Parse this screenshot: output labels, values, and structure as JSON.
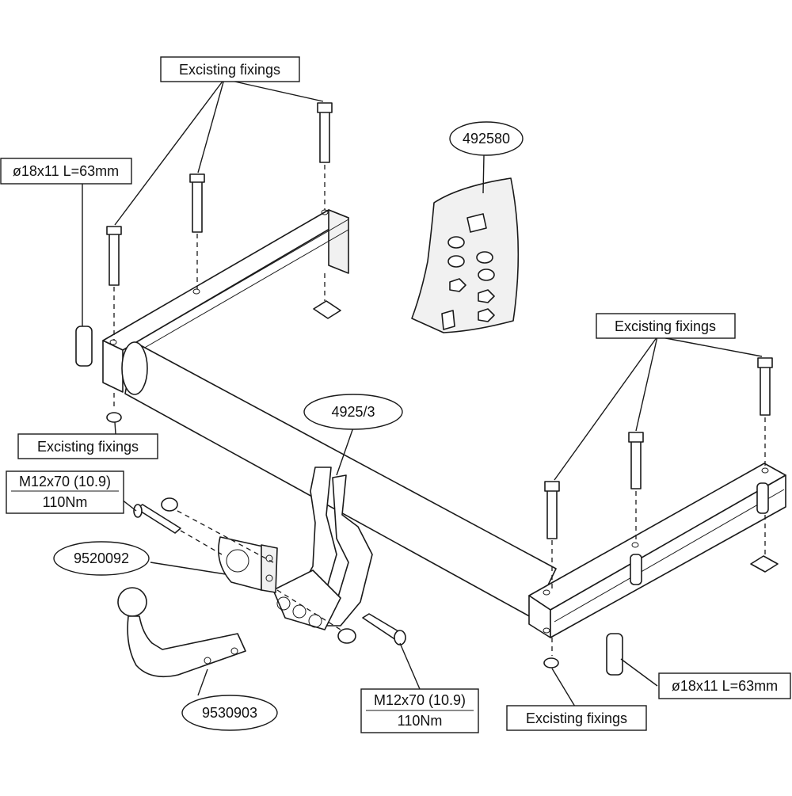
{
  "labels": {
    "existing_fixings": "Excisting fixings",
    "spacer_left": "ø18x11 L=63mm",
    "spacer_right": "ø18x11 L=63mm",
    "kit": "492580",
    "crossbar": "4925/3",
    "bracket": "9520092",
    "towball": "9530903",
    "bolt_spec": "M12x70 (10.9)",
    "torque": "110Nm"
  }
}
